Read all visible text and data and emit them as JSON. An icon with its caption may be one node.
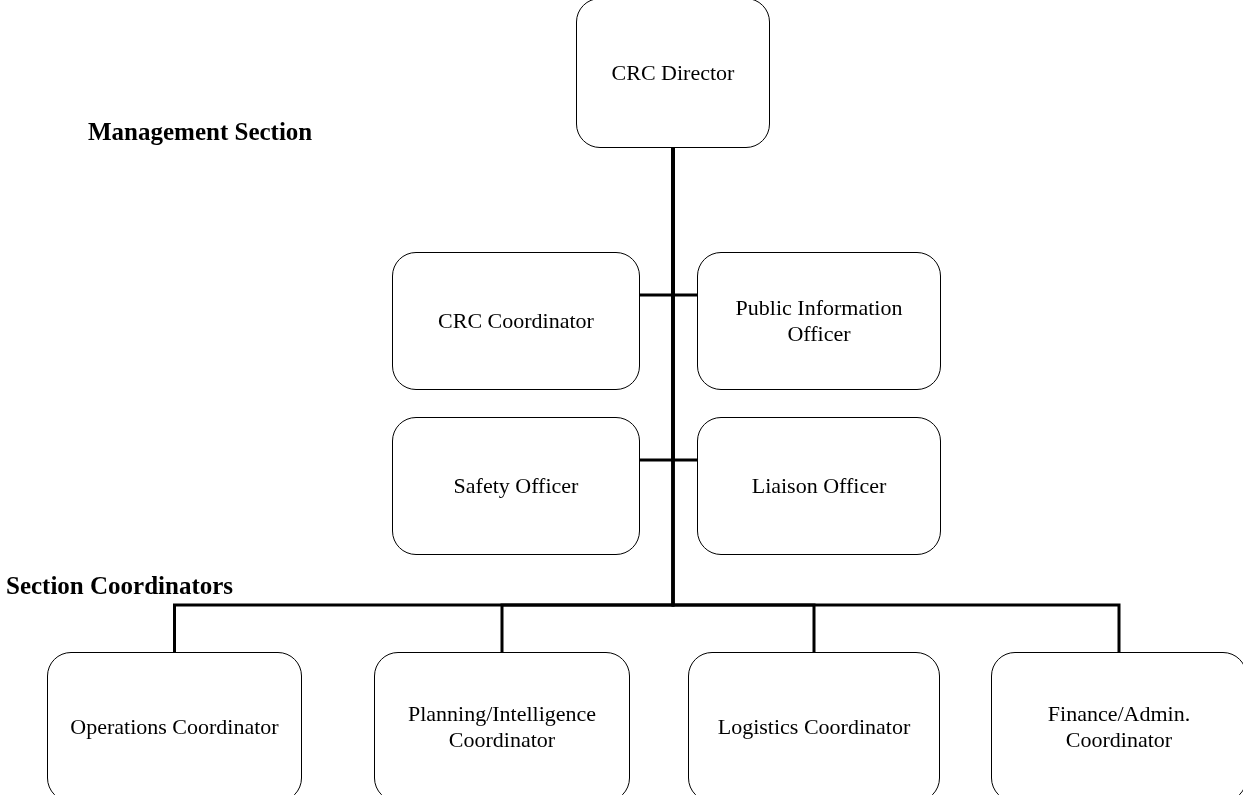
{
  "diagram": {
    "nodes": [
      {
        "text": [
          "CRC Director"
        ]
      },
      {
        "text": [
          "CRC Coordinator"
        ]
      },
      {
        "text": [
          "Public Information Officer"
        ]
      },
      {
        "text": [
          "Safety Officer"
        ]
      },
      {
        "text": [
          "Liaison Officer"
        ]
      },
      {
        "text": [
          "Operations Coordinator"
        ]
      },
      {
        "text": [
          "Planning/Intelligence Coordinator"
        ]
      },
      {
        "text": [
          "Logistics Coordinator"
        ]
      },
      {
        "text": [
          "Finance/Admin. Coordinator"
        ]
      }
    ],
    "edges": [
      {
        "from": 0,
        "to": 1,
        "arrow": "none"
      },
      {
        "from": 0,
        "to": 2,
        "arrow": "none"
      },
      {
        "from": 0,
        "to": 3,
        "arrow": "none"
      },
      {
        "from": 0,
        "to": 4,
        "arrow": "none"
      },
      {
        "from": 0,
        "to": 5,
        "arrow": "none"
      },
      {
        "from": 0,
        "to": 6,
        "arrow": "none"
      },
      {
        "from": 0,
        "to": 7,
        "arrow": "none"
      },
      {
        "from": 0,
        "to": 8,
        "arrow": "none"
      }
    ],
    "labels": [
      "Management Section",
      "Section Coordinators"
    ]
  }
}
